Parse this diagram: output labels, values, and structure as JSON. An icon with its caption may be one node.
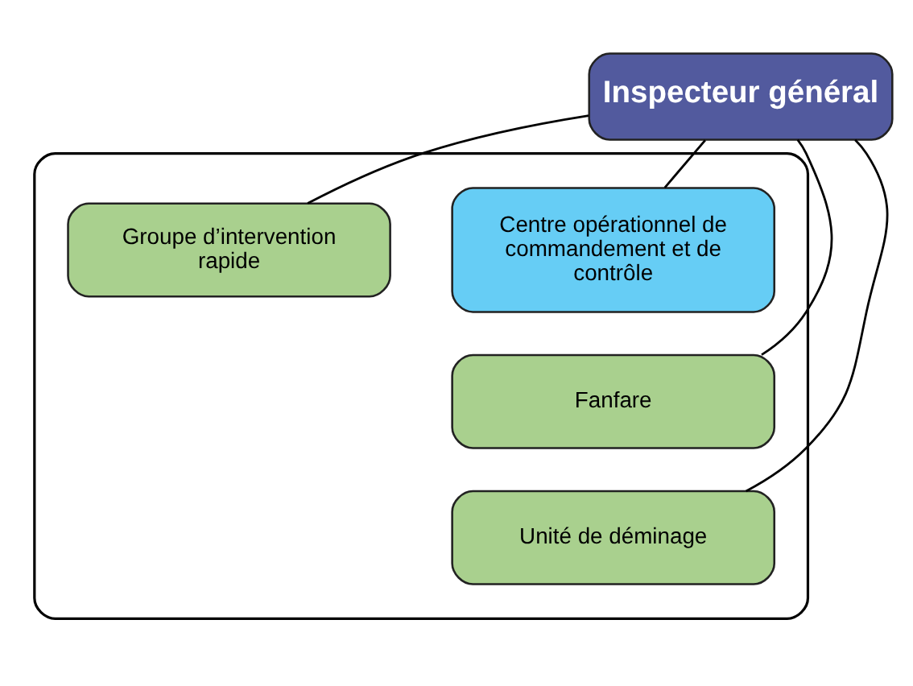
{
  "diagram": {
    "nodes": [
      {
        "text": [
          "Inspecteur général"
        ]
      },
      {
        "text": [],
        "shape": "box"
      },
      {
        "text": [
          "Centre opérationnel de commandement et de contrôle"
        ],
        "in": 1
      },
      {
        "text": [
          "Groupe d’intervention rapide"
        ],
        "in": 1
      },
      {
        "text": [
          "Fanfare"
        ],
        "in": 1
      },
      {
        "text": [
          "Unité de déminage"
        ],
        "in": 1
      }
    ],
    "edges": [
      {
        "from": 0,
        "to": 2,
        "arrow": "none"
      },
      {
        "from": 0,
        "to": 3,
        "arrow": "none"
      },
      {
        "from": 0,
        "to": 4,
        "arrow": "none"
      },
      {
        "from": 0,
        "to": 5,
        "arrow": "none"
      }
    ]
  }
}
